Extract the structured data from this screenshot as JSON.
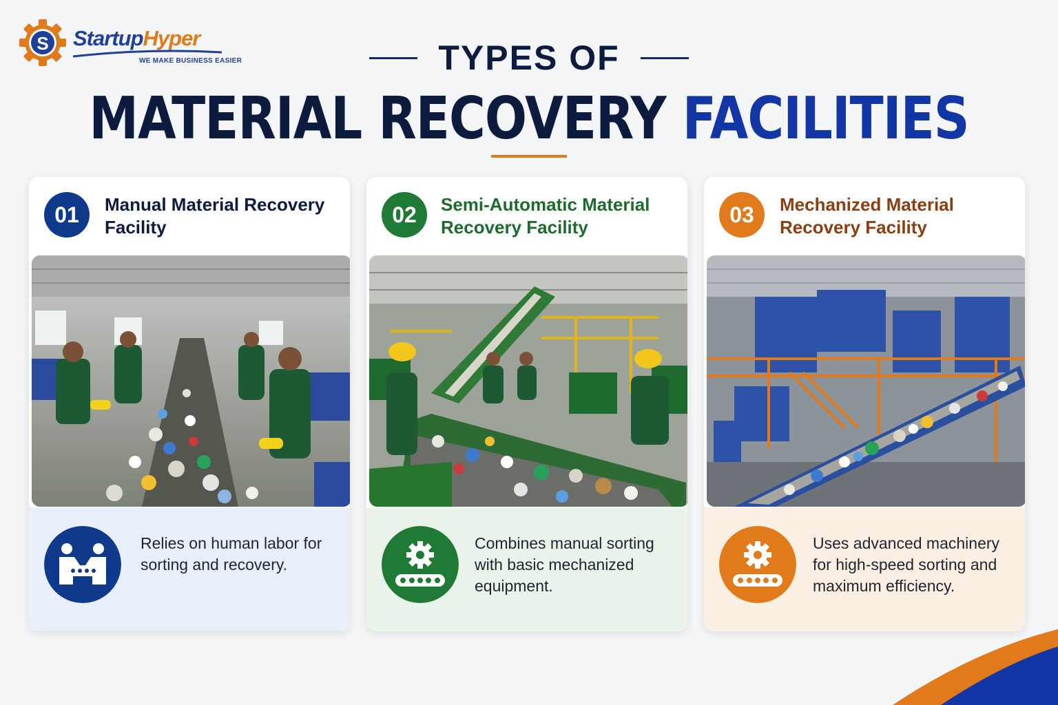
{
  "brand": {
    "name_part1": "Startup",
    "name_part2": "Hyper",
    "tagline": "WE MAKE BUSINESS EASIER",
    "monogram": "S",
    "icon": "gear-logo-icon"
  },
  "heading": {
    "line1": "TYPES OF",
    "line2_dark": "MATERIAL RECOVERY ",
    "line2_accent": "FACILITIES"
  },
  "colors": {
    "navy": "#0d1b3e",
    "blue": "#1336a6",
    "green": "#1e7a34",
    "orange": "#e07a1a"
  },
  "cards": [
    {
      "number": "01",
      "title": "Manual Material Recovery Facility",
      "description": "Relies on human labor for sorting and recovery.",
      "accent": "#0f3a8c",
      "title_color": "#0d1b3e",
      "footer_bg": "#e8effb",
      "icon": "workers-at-conveyor-icon",
      "photo": "manual-sorting-photo"
    },
    {
      "number": "02",
      "title": "Semi-Automatic Material Recovery Facility",
      "description": "Combines manual sorting with basic mechanized equipment.",
      "accent": "#1e7a34",
      "title_color": "#1e6b2e",
      "footer_bg": "#eaf3ea",
      "icon": "gear-conveyor-icon",
      "photo": "semi-automatic-sorting-photo"
    },
    {
      "number": "03",
      "title": "Mechanized Material Recovery Facility",
      "description": "Uses advanced machinery for high-speed sorting and maximum efficiency.",
      "accent": "#e07a1a",
      "title_color": "#8a3f12",
      "footer_bg": "#fbeee2",
      "icon": "gear-conveyor-icon",
      "photo": "mechanized-sorting-photo"
    }
  ]
}
